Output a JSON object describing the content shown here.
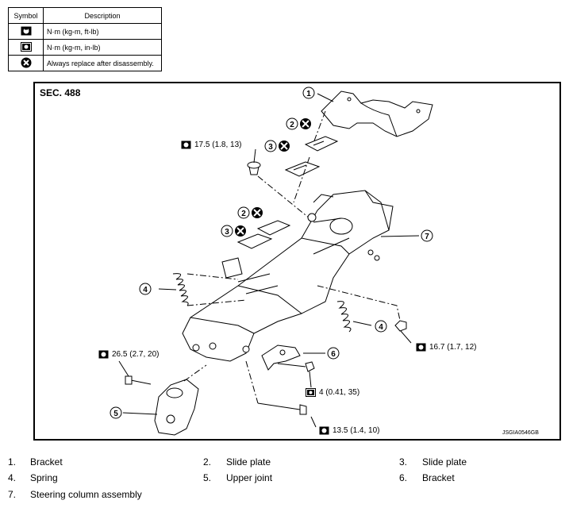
{
  "legend": {
    "header_symbol": "Symbol",
    "header_description": "Description",
    "rows": [
      {
        "icon": "wrench-torque-ftlb-icon",
        "text": "N·m (kg-m, ft-lb)"
      },
      {
        "icon": "wrench-torque-inlb-icon",
        "text": "N·m (kg-m, in-lb)"
      },
      {
        "icon": "replace-x-icon",
        "text": "Always replace after disassembly."
      }
    ]
  },
  "diagram": {
    "section": "SEC. 488",
    "code": "JSGIA0546GB",
    "torques": {
      "t1": "17.5 (1.8, 13)",
      "t2": "16.7 (1.7, 12)",
      "t3": "26.5 (2.7, 20)",
      "t4": "4 (0.41, 35)",
      "t5": "13.5 (1.4, 10)"
    },
    "callouts": {
      "c1": "1",
      "c2a": "2",
      "c3a": "3",
      "c2b": "2",
      "c3b": "3",
      "c4a": "4",
      "c4b": "4",
      "c5": "5",
      "c6": "6",
      "c7": "7"
    }
  },
  "parts": [
    {
      "num": "1.",
      "name": "Bracket"
    },
    {
      "num": "2.",
      "name": "Slide plate"
    },
    {
      "num": "3.",
      "name": "Slide plate"
    },
    {
      "num": "4.",
      "name": "Spring"
    },
    {
      "num": "5.",
      "name": "Upper joint"
    },
    {
      "num": "6.",
      "name": "Bracket"
    },
    {
      "num": "7.",
      "name": "Steering column assembly"
    }
  ]
}
